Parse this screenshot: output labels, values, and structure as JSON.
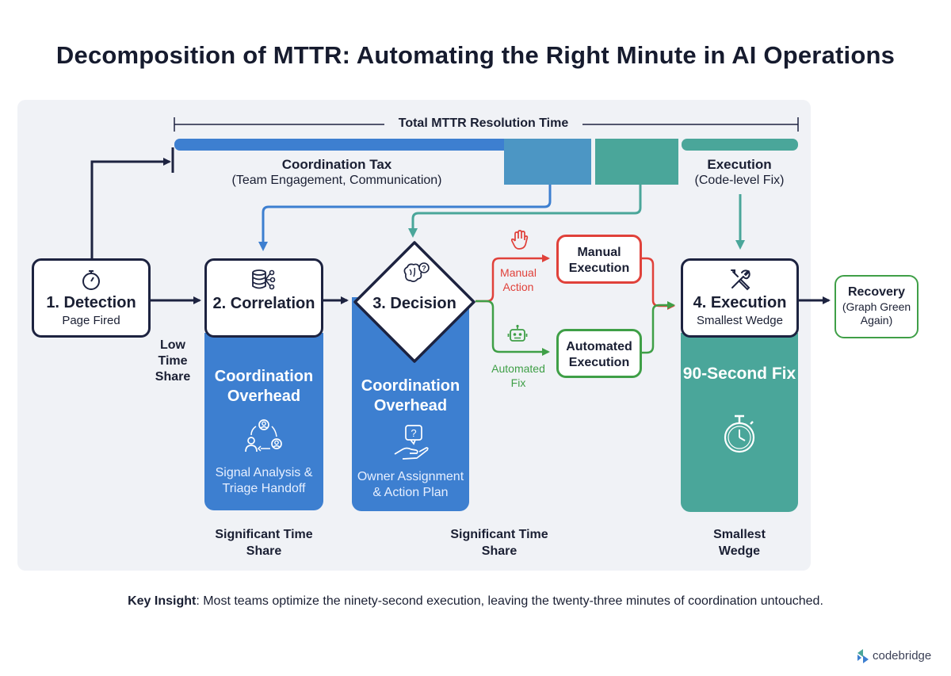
{
  "title": "Decomposition of MTTR: Automating the Right Minute in AI Operations",
  "timeline": {
    "total_label": "Total MTTR Resolution Time",
    "coordination_tax": {
      "title": "Coordination Tax",
      "subtitle": "(Team Engagement, Communication)"
    },
    "execution": {
      "title": "Execution",
      "subtitle": "(Code-level Fix)"
    }
  },
  "stages": {
    "detection": {
      "title": "1. Detection",
      "subtitle": "Page Fired",
      "share": "Low Time Share",
      "icon": "stopwatch-icon"
    },
    "correlation": {
      "title": "2. Correlation",
      "icon": "database-network-icon",
      "column_title": "Coordination Overhead",
      "column_text": "Signal Analysis & Triage Handoff",
      "column_icon": "team-cycle-icon",
      "share": "Significant Time Share"
    },
    "decision": {
      "title": "3. Decision",
      "icon": "brain-question-icon",
      "column_title": "Coordination Overhead",
      "column_text": "Owner Assignment & Action Plan",
      "column_icon": "hand-question-icon",
      "share": "Significant Time Share"
    },
    "execution": {
      "title": "4. Execution",
      "subtitle": "Smallest Wedge",
      "icon": "tools-icon",
      "column_title": "90-Second Fix",
      "column_icon": "stopwatch-icon",
      "share": "Smallest Wedge"
    }
  },
  "branches": {
    "manual_action": "Manual Action",
    "manual_execution": "Manual Execution",
    "automated_fix": "Automated Fix",
    "automated_execution": "Automated Execution"
  },
  "recovery": {
    "title": "Recovery",
    "subtitle": "(Graph Green Again)"
  },
  "insight": {
    "label": "Key Insight",
    "text": ": Most teams optimize the ninety-second execution, leaving the twenty-three minutes of coordination untouched."
  },
  "brand": "codebridge",
  "colors": {
    "navy": "#1d2340",
    "blue": "#3d7fd0",
    "blue_bar": "#4c96c4",
    "teal": "#4aa69a",
    "red": "#e0413a",
    "green": "#3f9f47",
    "panel": "#f0f2f6"
  }
}
